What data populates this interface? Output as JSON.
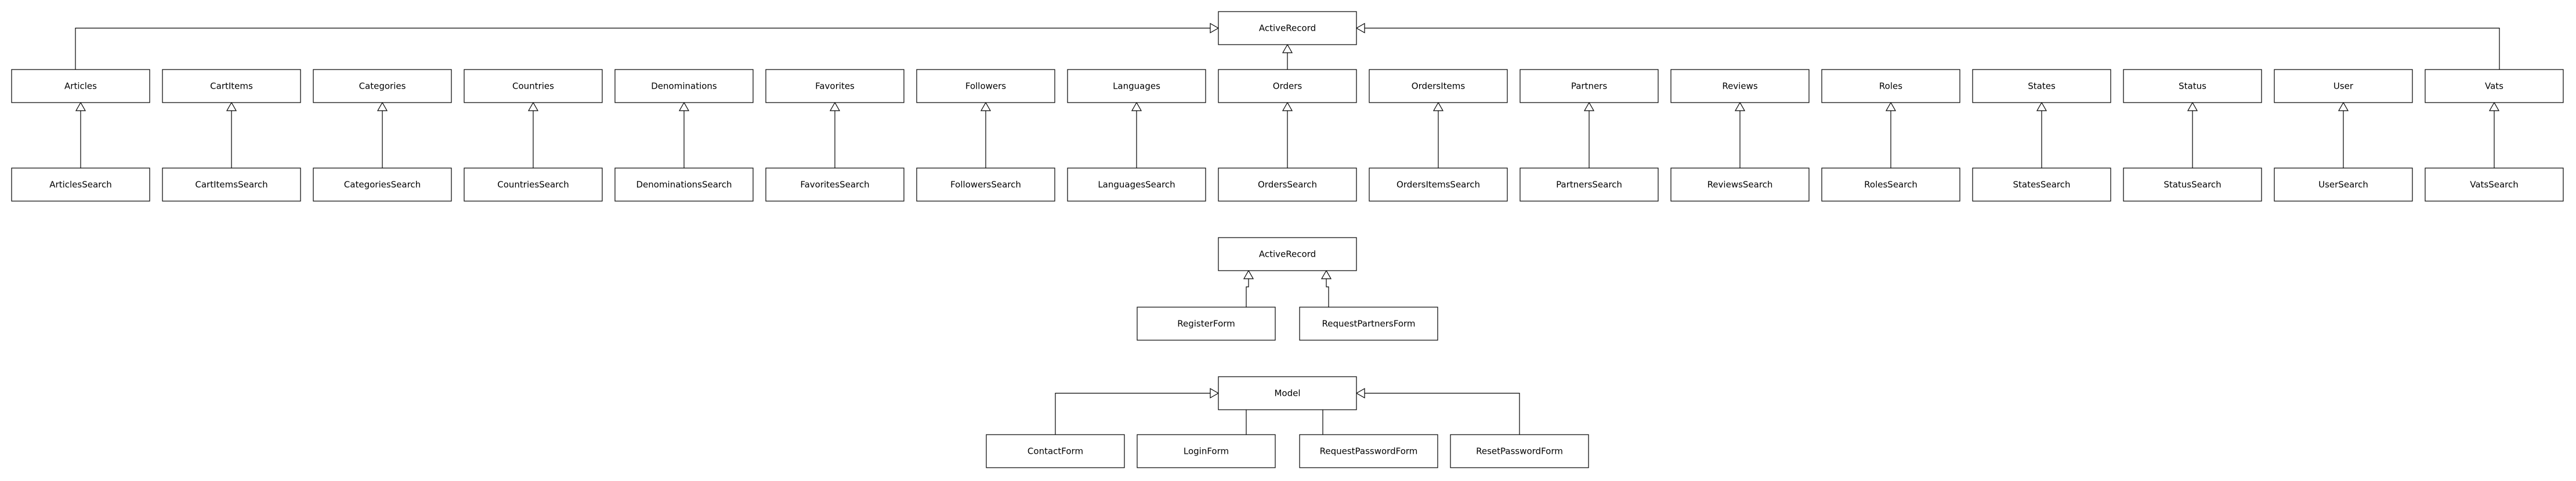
{
  "diagram_groups": [
    {
      "root": "ActiveRecord",
      "direct_children": [
        "Articles",
        "CartItems",
        "Categories",
        "Countries",
        "Denominations",
        "Favorites",
        "Followers",
        "Languages",
        "Orders",
        "OrdersItems",
        "Partners",
        "Reviews",
        "Roles",
        "States",
        "Status",
        "User",
        "Vats"
      ],
      "search_classes": [
        "ArticlesSearch",
        "CartItemsSearch",
        "CategoriesSearch",
        "CountriesSearch",
        "DenominationsSearch",
        "FavoritesSearch",
        "FollowersSearch",
        "LanguagesSearch",
        "OrdersSearch",
        "OrdersItemsSearch",
        "PartnersSearch",
        "ReviewsSearch",
        "RolesSearch",
        "StatesSearch",
        "StatusSearch",
        "UserSearch",
        "VatsSearch"
      ]
    },
    {
      "root": "ActiveRecord",
      "children": [
        "RegisterForm",
        "RequestPartnersForm"
      ]
    },
    {
      "root": "Model",
      "children": [
        "ContactForm",
        "LoginForm",
        "RequestPasswordForm",
        "ResetPasswordForm"
      ]
    }
  ],
  "colors": {
    "box_fill": "#ffffff",
    "stroke": "#000000",
    "text": "#000000"
  }
}
